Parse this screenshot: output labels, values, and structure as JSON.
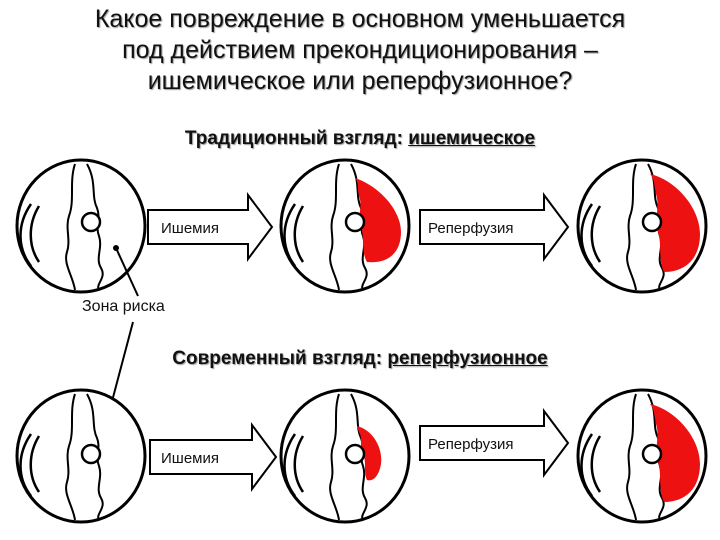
{
  "title": {
    "line1": "Какое повреждение в основном уменьшается",
    "line2": "под действием прекондиционирования –",
    "line3": "ишемическое или реперфузионное?"
  },
  "traditional": {
    "label": "Традиционный взгляд:",
    "answer": "ишемическое",
    "arrow1": "Ишемия",
    "arrow2": "Реперфузия"
  },
  "zone_label": "Зона риска",
  "modern": {
    "label": "Современный взгляд:",
    "answer": "реперфузионное",
    "arrow1": "Ишемия",
    "arrow2": "Реперфузия"
  },
  "colors": {
    "infarct": "#ee1111",
    "outline": "#000000"
  }
}
